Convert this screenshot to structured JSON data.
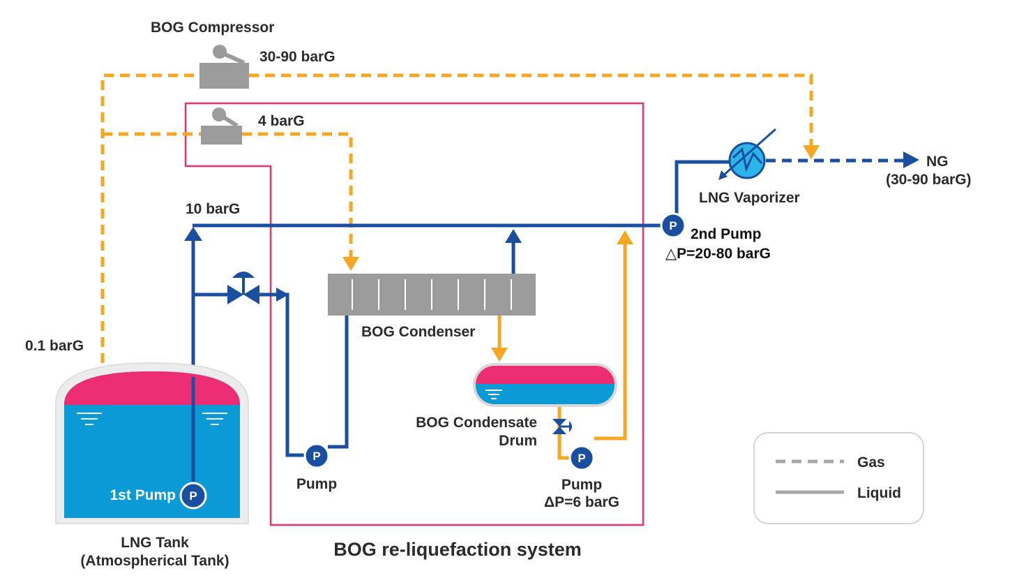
{
  "colors": {
    "gas": "#f5a623",
    "liquid": "#1a4fa0",
    "system_border": "#e8336f",
    "tank_liquid": "#0a9ad6",
    "tank_vapor": "#ec2d73",
    "equipment": "#9b9b9b",
    "legend_line": "#a8a8a8"
  },
  "labels": {
    "bog_compressor": "BOG Compressor",
    "p_30_90": "30-90 barG",
    "p_4": "4 barG",
    "p_10": "10 barG",
    "p_01": "0.1 barG",
    "lng_vaporizer": "LNG Vaporizer",
    "ng": "NG",
    "ng_pressure": "(30-90 barG)",
    "second_pump": "2nd Pump",
    "second_pump_dp": "△P=20-80 barG",
    "bog_condenser": "BOG Condenser",
    "condensate_drum_1": "BOG Condensate",
    "condensate_drum_2": "Drum",
    "pump": "Pump",
    "pump2": "Pump",
    "pump2_dp": "ΔP=6 barG",
    "first_pump": "1st Pump",
    "lng_tank_1": "LNG Tank",
    "lng_tank_2": "(Atmospherical Tank)",
    "system_title": "BOG re-liquefaction system",
    "pump_symbol": "P"
  },
  "legend": {
    "gas": "Gas",
    "liquid": "Liquid"
  }
}
